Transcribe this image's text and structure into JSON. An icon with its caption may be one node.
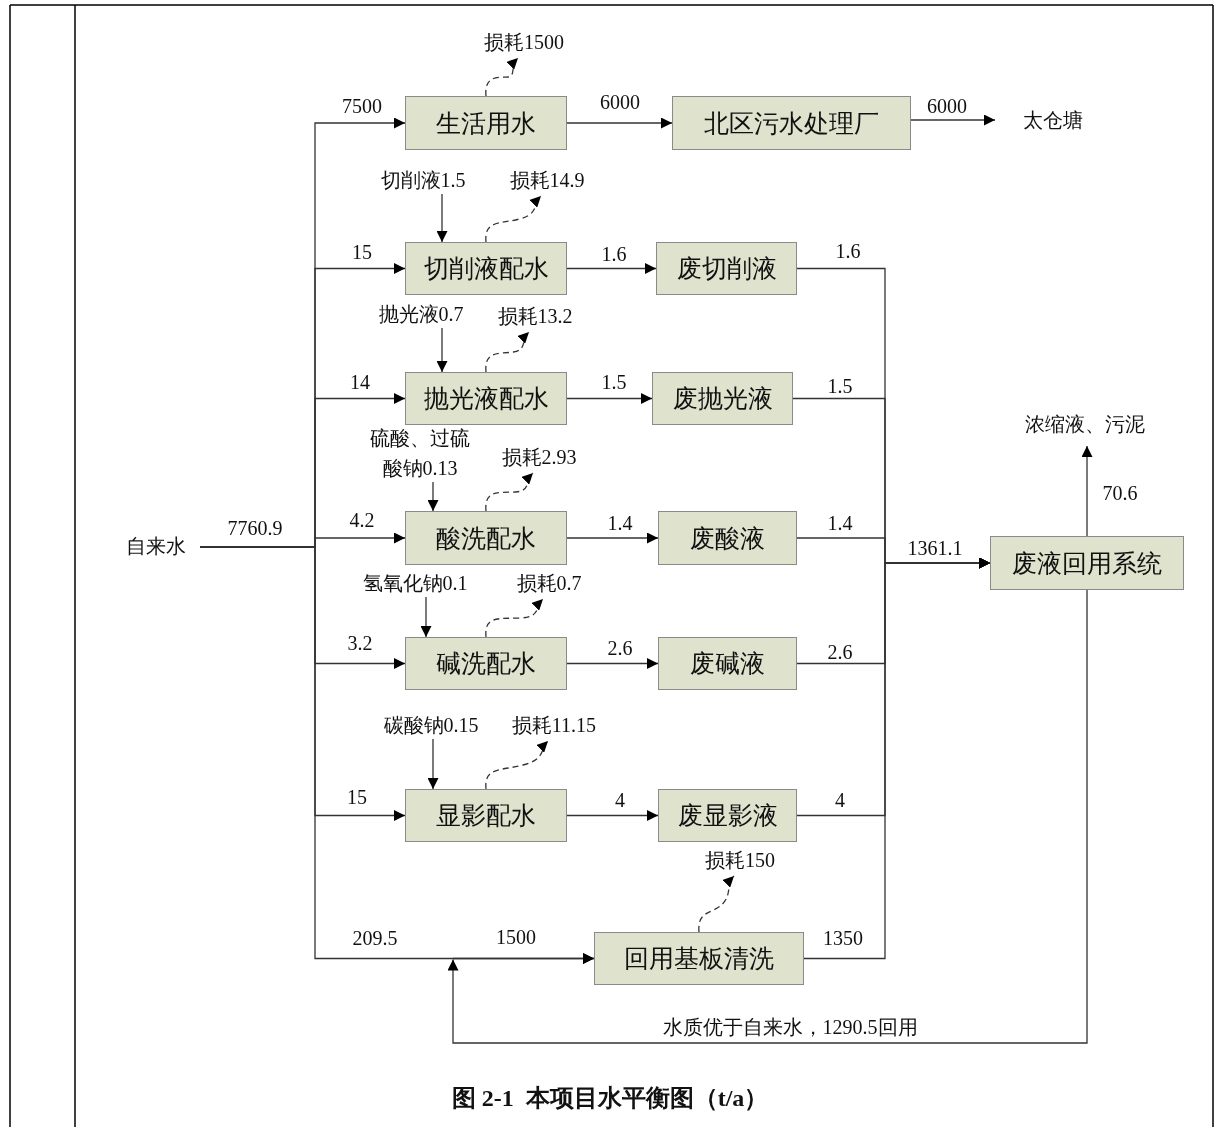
{
  "diagram": {
    "caption": "图 2-1  本项目水平衡图（t/a）",
    "nodes": [
      {
        "text": [
          "损耗1500"
        ]
      },
      {
        "text": [
          "生活用水"
        ]
      },
      {
        "text": [
          "北区污水处理厂"
        ]
      },
      {
        "text": [
          "太仓塘"
        ]
      },
      {
        "text": [
          "切削液1.5"
        ]
      },
      {
        "text": [
          "损耗14.9"
        ]
      },
      {
        "text": [
          "切削液配水"
        ]
      },
      {
        "text": [
          "废切削液"
        ]
      },
      {
        "text": [
          "抛光液0.7"
        ]
      },
      {
        "text": [
          "损耗13.2"
        ]
      },
      {
        "text": [
          "抛光液配水"
        ]
      },
      {
        "text": [
          "废抛光液"
        ]
      },
      {
        "text": [
          "浓缩液、污泥"
        ]
      },
      {
        "text": [
          "硫酸、过硫酸钠0.13"
        ]
      },
      {
        "text": [
          "损耗2.93"
        ]
      },
      {
        "text": [
          "自来水"
        ]
      },
      {
        "text": [
          "酸洗配水"
        ]
      },
      {
        "text": [
          "废酸液"
        ]
      },
      {
        "text": [
          "废液回用系统"
        ]
      },
      {
        "text": [
          "氢氧化钠0.1"
        ]
      },
      {
        "text": [
          "损耗0.7"
        ]
      },
      {
        "text": [
          "碱洗配水"
        ]
      },
      {
        "text": [
          "废碱液"
        ]
      },
      {
        "text": [
          "碳酸钠0.15"
        ]
      },
      {
        "text": [
          "损耗11.15"
        ]
      },
      {
        "text": [
          "显影配水"
        ]
      },
      {
        "text": [
          "废显影液"
        ]
      },
      {
        "text": [
          "损耗150"
        ]
      },
      {
        "text": [
          "回用基板清洗"
        ]
      }
    ],
    "edges": [
      {
        "from": 15,
        "to": 1,
        "arrow": "to",
        "label": "7500"
      },
      {
        "from": 15,
        "to": 6,
        "arrow": "to",
        "label": "15"
      },
      {
        "from": 15,
        "to": 10,
        "arrow": "to",
        "label": "14"
      },
      {
        "from": 15,
        "to": 16,
        "arrow": "to",
        "label": "4.2"
      },
      {
        "from": 15,
        "to": 21,
        "arrow": "to",
        "label": "3.2"
      },
      {
        "from": 15,
        "to": 25,
        "arrow": "to",
        "label": "15"
      },
      {
        "from": 15,
        "to": 28,
        "arrow": "to",
        "label": "209.5"
      },
      {
        "from": 1,
        "to": 0,
        "arrow": "to",
        "style": "dashed"
      },
      {
        "from": 1,
        "to": 2,
        "arrow": "to",
        "label": "6000"
      },
      {
        "from": 2,
        "to": 3,
        "arrow": "to",
        "label": "6000"
      },
      {
        "from": 4,
        "to": 6,
        "arrow": "to"
      },
      {
        "from": 6,
        "to": 5,
        "arrow": "to",
        "style": "dashed"
      },
      {
        "from": 6,
        "to": 7,
        "arrow": "to",
        "label": "1.6"
      },
      {
        "from": 7,
        "to": 18,
        "arrow": "to",
        "label": "1.6"
      },
      {
        "from": 8,
        "to": 10,
        "arrow": "to"
      },
      {
        "from": 10,
        "to": 9,
        "arrow": "to",
        "style": "dashed"
      },
      {
        "from": 10,
        "to": 11,
        "arrow": "to",
        "label": "1.5"
      },
      {
        "from": 11,
        "to": 18,
        "arrow": "to",
        "label": "1.5"
      },
      {
        "from": 13,
        "to": 16,
        "arrow": "to"
      },
      {
        "from": 16,
        "to": 14,
        "arrow": "to",
        "style": "dashed"
      },
      {
        "from": 16,
        "to": 17,
        "arrow": "to",
        "label": "1.4"
      },
      {
        "from": 17,
        "to": 18,
        "arrow": "to",
        "label": "1.4"
      },
      {
        "from": 19,
        "to": 21,
        "arrow": "to"
      },
      {
        "from": 21,
        "to": 20,
        "arrow": "to",
        "style": "dashed"
      },
      {
        "from": 21,
        "to": 22,
        "arrow": "to",
        "label": "2.6"
      },
      {
        "from": 22,
        "to": 18,
        "arrow": "to",
        "label": "2.6"
      },
      {
        "from": 23,
        "to": 25,
        "arrow": "to"
      },
      {
        "from": 25,
        "to": 24,
        "arrow": "to",
        "style": "dashed"
      },
      {
        "from": 25,
        "to": 26,
        "arrow": "to",
        "label": "4"
      },
      {
        "from": 26,
        "to": 18,
        "arrow": "to",
        "label": "4"
      },
      {
        "from": 28,
        "to": 27,
        "arrow": "to",
        "style": "dashed"
      },
      {
        "from": 28,
        "to": 18,
        "arrow": "to",
        "label": "1350"
      },
      {
        "from": 18,
        "to": 12,
        "arrow": "to",
        "label": "70.6"
      },
      {
        "from": 18,
        "to": 28,
        "arrow": "to",
        "label": "水质优于自来水，1290.5回用"
      }
    ],
    "labels": [
      "7760.9",
      "1361.1",
      "1500"
    ]
  }
}
